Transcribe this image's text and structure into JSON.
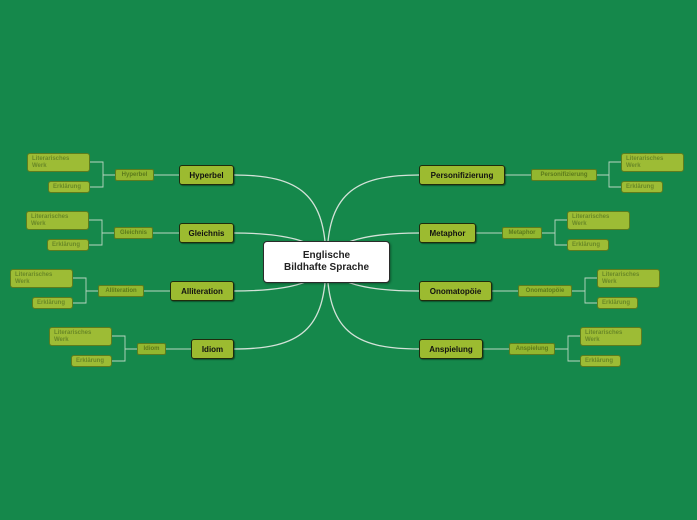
{
  "central_topic": {
    "line1": "Englische",
    "line2": "Bildhafte Sprache"
  },
  "branches": [
    {
      "main": "Hyperbel",
      "sub": "Hyperbel",
      "work": "Literarisches Werk",
      "explanation": "Erklärung"
    },
    {
      "main": "Gleichnis",
      "sub": "Gleichnis",
      "work": "Literarisches Werk",
      "explanation": "Erklärung"
    },
    {
      "main": "Alliteration",
      "sub": "Alliteration",
      "work": "Literarisches Werk",
      "explanation": "Erklärung"
    },
    {
      "main": "Idiom",
      "sub": "Idiom",
      "work": "Literarisches Werk",
      "explanation": "Erklärung"
    },
    {
      "main": "Personifizierung",
      "sub": "Personifizierung",
      "work": "Literarisches Werk",
      "explanation": "Erklärung"
    },
    {
      "main": "Metaphor",
      "sub": "Metaphor",
      "work": "Literarisches Werk",
      "explanation": "Erklärung"
    },
    {
      "main": "Onomatopöie",
      "sub": "Onomatopöie",
      "work": "Literarisches Werk",
      "explanation": "Erklärung"
    },
    {
      "main": "Anspielung",
      "sub": "Anspielung",
      "work": "Literarisches Werk",
      "explanation": "Erklärung"
    }
  ],
  "colors": {
    "background": "#15884b",
    "central_node": "#ffffff",
    "main_node": "#9cbb30",
    "sub_node": "#93b72f",
    "connector": "#d3e2d8"
  }
}
